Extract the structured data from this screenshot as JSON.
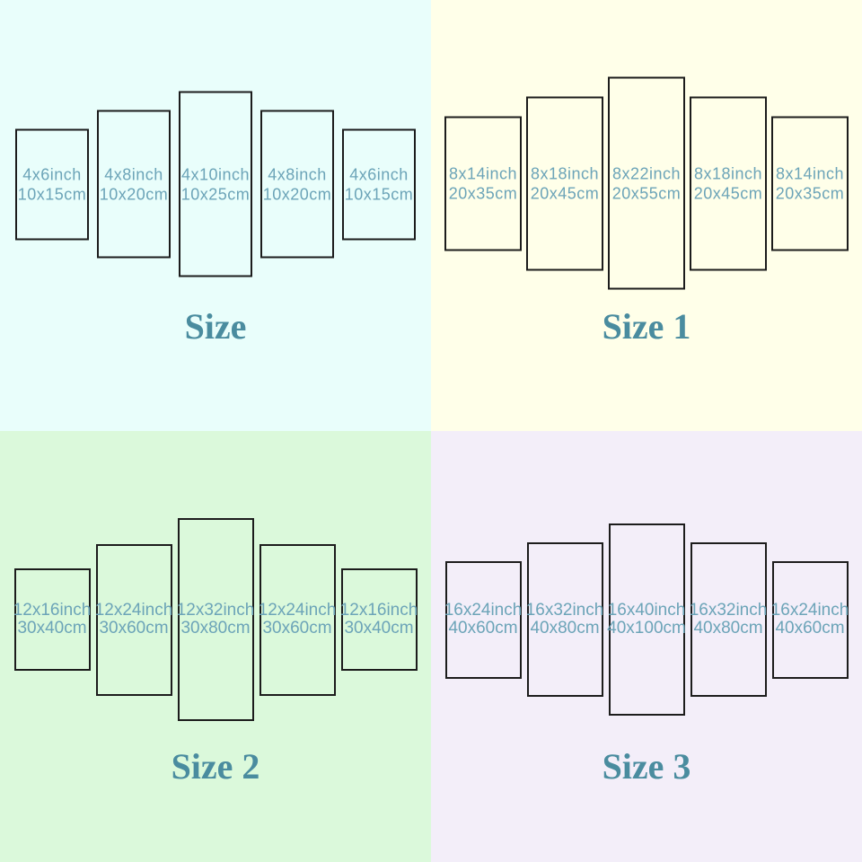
{
  "colors": {
    "quadrant_backgrounds": {
      "size": "#E9FEFB",
      "size1": "#FFFFE9",
      "size2": "#DBF9DB",
      "size3": "#F3EEF9"
    },
    "panel_border": "#1C1C1C",
    "panel_text": "#6CA4B8",
    "title_text": "#4A8C9F"
  },
  "quadrants": [
    {
      "title": "Size",
      "panels": [
        {
          "inch": "4x6inch",
          "cm": "10x15cm"
        },
        {
          "inch": "4x8inch",
          "cm": "10x20cm"
        },
        {
          "inch": "4x10inch",
          "cm": "10x25cm"
        },
        {
          "inch": "4x8inch",
          "cm": "10x20cm"
        },
        {
          "inch": "4x6inch",
          "cm": "10x15cm"
        }
      ]
    },
    {
      "title": "Size 1",
      "panels": [
        {
          "inch": "8x14inch",
          "cm": "20x35cm"
        },
        {
          "inch": "8x18inch",
          "cm": "20x45cm"
        },
        {
          "inch": "8x22inch",
          "cm": "20x55cm"
        },
        {
          "inch": "8x18inch",
          "cm": "20x45cm"
        },
        {
          "inch": "8x14inch",
          "cm": "20x35cm"
        }
      ]
    },
    {
      "title": "Size 2",
      "panels": [
        {
          "inch": "12x16inch",
          "cm": "30x40cm"
        },
        {
          "inch": "12x24inch",
          "cm": "30x60cm"
        },
        {
          "inch": "12x32inch",
          "cm": "30x80cm"
        },
        {
          "inch": "12x24inch",
          "cm": "30x60cm"
        },
        {
          "inch": "12x16inch",
          "cm": "30x40cm"
        }
      ]
    },
    {
      "title": "Size 3",
      "panels": [
        {
          "inch": "16x24inch",
          "cm": "40x60cm"
        },
        {
          "inch": "16x32inch",
          "cm": "40x80cm"
        },
        {
          "inch": "16x40inch",
          "cm": "40x100cm"
        },
        {
          "inch": "16x32inch",
          "cm": "40x80cm"
        },
        {
          "inch": "16x24inch",
          "cm": "40x60cm"
        }
      ]
    }
  ]
}
